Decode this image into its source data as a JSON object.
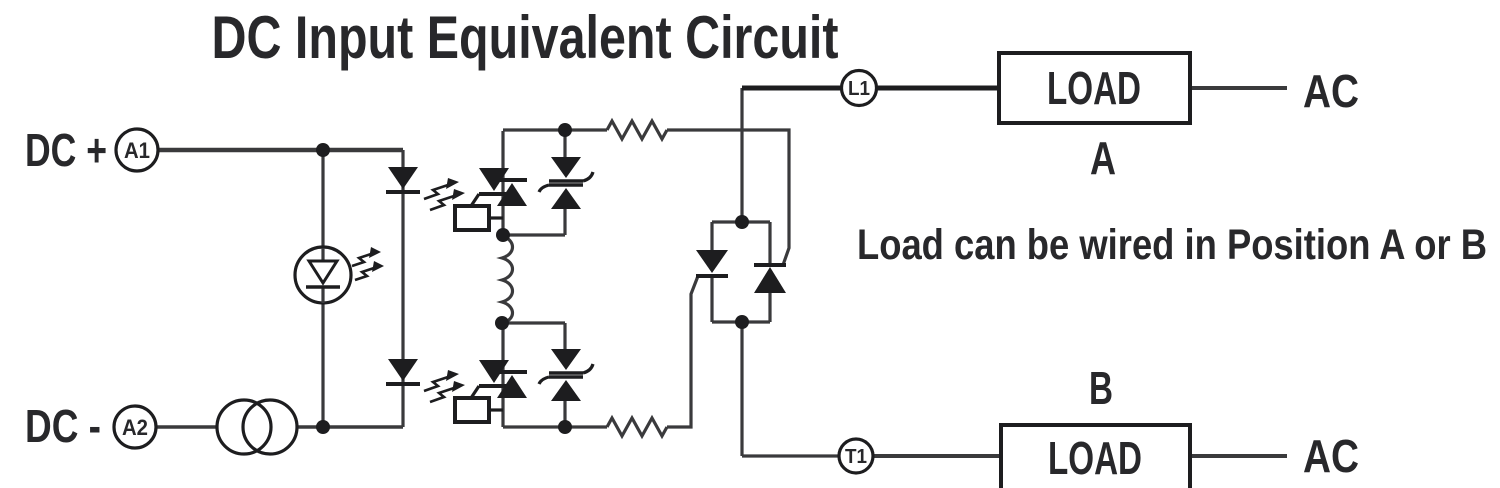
{
  "title": "DC Input Equivalent Circuit",
  "annotation": "Load can be wired in Position A or B",
  "left_terminals": {
    "dc_plus_label": "DC +",
    "dc_minus_label": "DC -",
    "a1": "A1",
    "a2": "A2"
  },
  "output_terminals": {
    "l1": "L1",
    "t1": "T1"
  },
  "position_a": {
    "load_label": "LOAD",
    "position_label": "A",
    "ac_label": "AC"
  },
  "position_b": {
    "load_label": "LOAD",
    "position_label": "B",
    "ac_label": "AC"
  },
  "colors": {
    "line": "#3a3a3c",
    "component": "#1d1d1f",
    "text": "#28282b",
    "background": "#ffffff"
  }
}
